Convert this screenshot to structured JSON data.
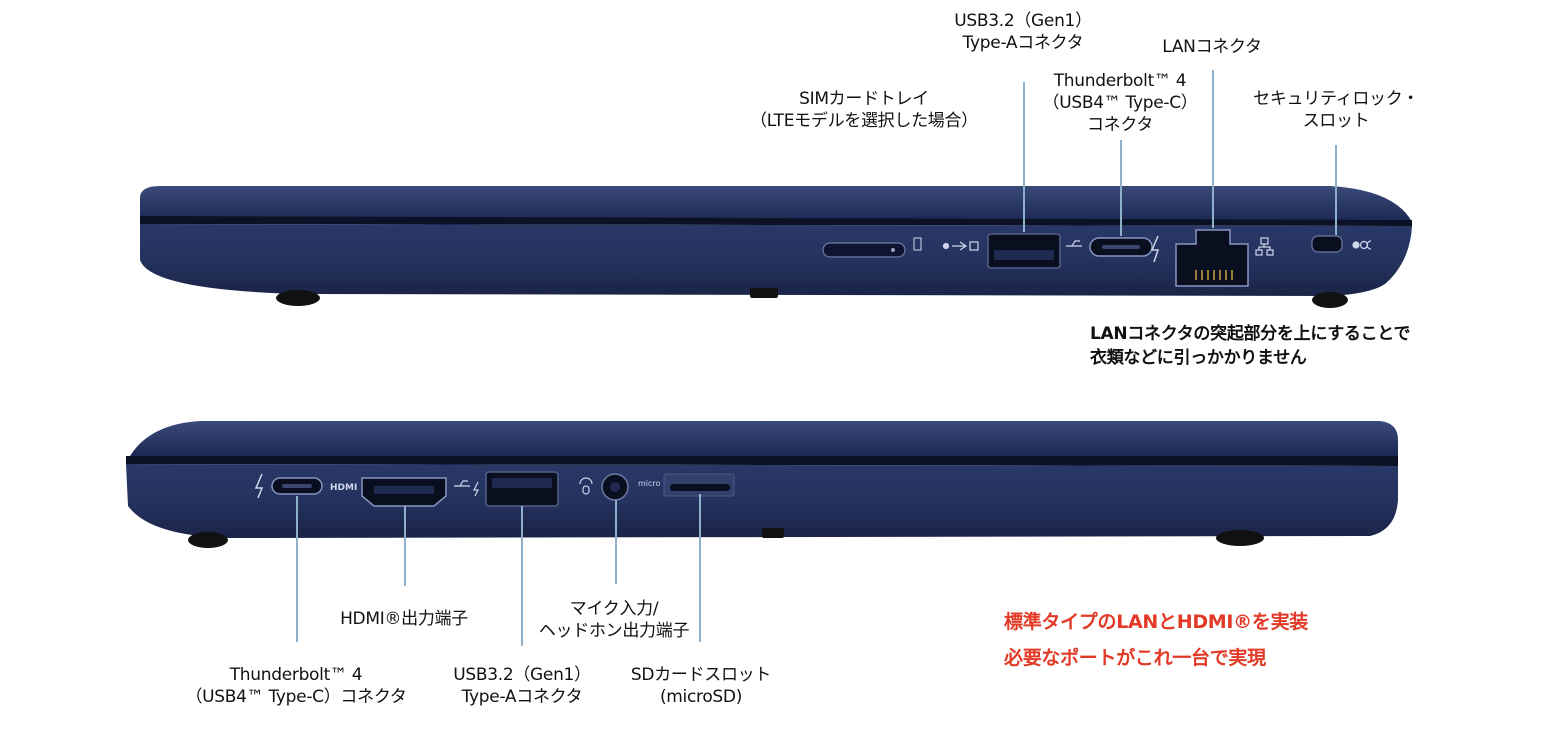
{
  "right_side": {
    "sim_tray": [
      "SIMカードトレイ",
      "（LTEモデルを選択した場合）"
    ],
    "usb_a": [
      "USB3.2（Gen1）",
      "Type-Aコネクタ"
    ],
    "thunderbolt": [
      "Thunderbolt™ 4",
      "（USB4™ Type-C）",
      "コネクタ"
    ],
    "lan": [
      "LANコネクタ"
    ],
    "security": [
      "セキュリティロック・",
      "スロット"
    ],
    "lan_note": [
      "LANコネクタの突起部分を上にすることで",
      "衣類などに引っかかりません"
    ]
  },
  "left_side": {
    "hdmi": [
      "HDMI®出力端子"
    ],
    "thunderbolt": [
      "Thunderbolt™ 4",
      "（USB4™ Type-C）コネクタ"
    ],
    "usb_a": [
      "USB3.2（Gen1）",
      "Type-Aコネクタ"
    ],
    "audio": [
      "マイク入力/",
      "ヘッドホン出力端子"
    ],
    "sd": [
      "SDカードスロット",
      "(microSD)"
    ],
    "port_marks": {
      "hdmi": "HDMI",
      "microsd": "micro SD"
    }
  },
  "highlight": [
    "標準タイプのLANとHDMI®を実装",
    "必要なポートがこれ一台で実現"
  ],
  "colors": {
    "chassis": "#1f2d5c",
    "accent_text": "#e23a26",
    "leader_line": "#8fb0c9"
  }
}
